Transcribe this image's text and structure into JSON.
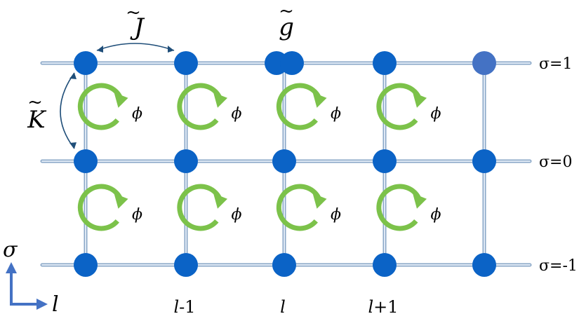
{
  "rows": [
    {
      "label": "σ=1"
    },
    {
      "label": "σ=0"
    },
    {
      "label": "σ=-1"
    }
  ],
  "columns": [
    {
      "italic": "",
      "suffix": ""
    },
    {
      "italic": "l",
      "suffix": "-1"
    },
    {
      "italic": "l",
      "suffix": ""
    },
    {
      "italic": "l",
      "suffix": "+1"
    },
    {
      "italic": "",
      "suffix": ""
    }
  ],
  "couplings": {
    "J": "J",
    "K": "K",
    "g": "g",
    "tilde": "~"
  },
  "flux_symbol": "ϕ",
  "axes": {
    "vertical": "σ",
    "horizontal": "l"
  },
  "colors": {
    "node": "#0b63c6",
    "node_last": "#4472c4",
    "rail": "#8aa7c7",
    "flux": "#7cc24a",
    "axis": "#4472c4"
  }
}
